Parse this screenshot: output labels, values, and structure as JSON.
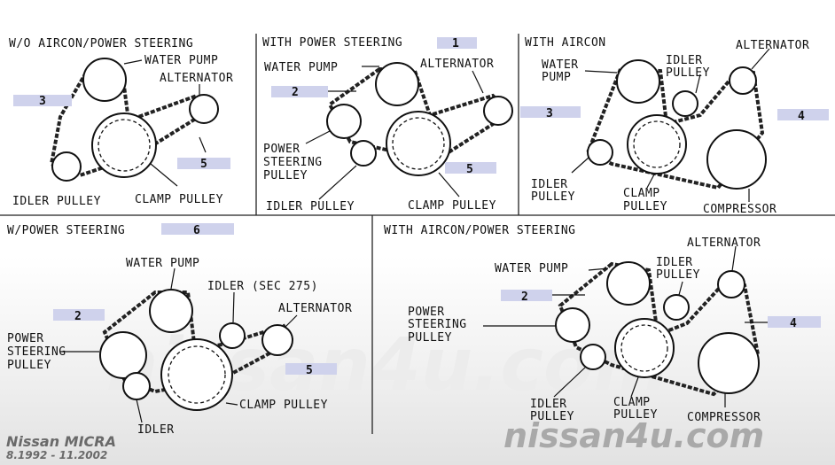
{
  "panels": {
    "p1": {
      "title": "W/O AIRCON/POWER STEERING",
      "water_pump": "WATER PUMP",
      "alternator": "ALTERNATOR",
      "idler_pulley": "IDLER PULLEY",
      "clamp_pulley": "CLAMP PULLEY",
      "callouts": [
        "3",
        "5"
      ]
    },
    "p2": {
      "title": "WITH POWER STEERING",
      "title_callout": "1",
      "water_pump": "WATER PUMP",
      "alternator": "ALTERNATOR",
      "ps_pulley": [
        "POWER",
        "STEERING",
        "PULLEY"
      ],
      "idler_pulley": "IDLER PULLEY",
      "clamp_pulley": "CLAMP PULLEY",
      "callouts": [
        "2",
        "5"
      ]
    },
    "p3": {
      "title": "WITH AIRCON",
      "water_pump": [
        "WATER",
        "PUMP"
      ],
      "idler_top": [
        "IDLER",
        "PULLEY"
      ],
      "alternator": "ALTERNATOR",
      "idler_pulley": [
        "IDLER",
        "PULLEY"
      ],
      "clamp_pulley": [
        "CLAMP",
        "PULLEY"
      ],
      "compressor": "COMPRESSOR",
      "callouts": [
        "3",
        "4"
      ]
    },
    "p4": {
      "title": "W/POWER STEERING",
      "title_callout": "6",
      "water_pump": "WATER PUMP",
      "idler_sec": "IDLER (SEC 275)",
      "alternator": "ALTERNATOR",
      "ps_pulley": [
        "POWER",
        "STEERING",
        "PULLEY"
      ],
      "idler": "IDLER",
      "clamp_pulley": "CLAMP PULLEY",
      "callouts": [
        "2",
        "5"
      ]
    },
    "p5": {
      "title": "WITH AIRCON/POWER STEERING",
      "water_pump": "WATER PUMP",
      "idler_top": [
        "IDLER",
        "PULLEY"
      ],
      "alternator": "ALTERNATOR",
      "ps_pulley": [
        "POWER",
        "STEERING",
        "PULLEY"
      ],
      "idler_pulley": [
        "IDLER",
        "PULLEY"
      ],
      "clamp_pulley": [
        "CLAMP",
        "PULLEY"
      ],
      "compressor": "COMPRESSOR",
      "callouts": [
        "2",
        "4"
      ]
    }
  },
  "footer": {
    "model": "Nissan MICRA",
    "dates": "8.1992 - 11.2002",
    "watermark": "nissan4u.com"
  }
}
